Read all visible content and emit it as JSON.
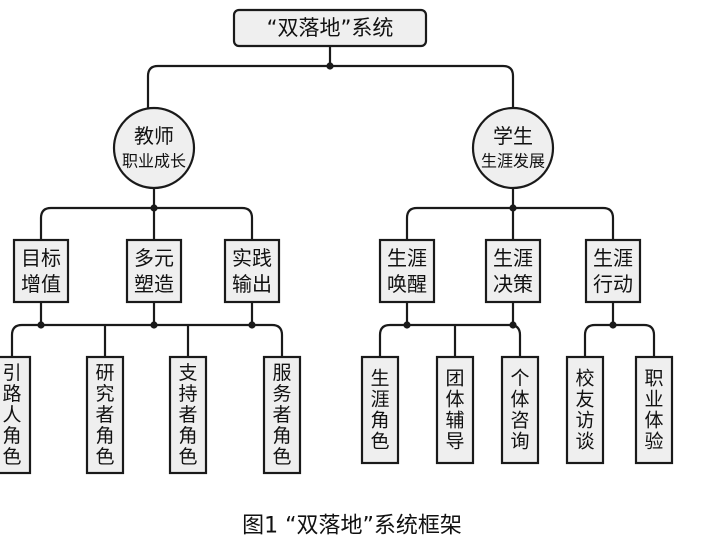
{
  "root": {
    "label": "“双落地”系统"
  },
  "branches": [
    {
      "title": "教师",
      "subtitle": "职业成长",
      "children": [
        {
          "label": "目标增值"
        },
        {
          "label": "多元塑造"
        },
        {
          "label": "实践输出"
        }
      ],
      "roles": [
        {
          "label": "引路人角色"
        },
        {
          "label": "研究者角色"
        },
        {
          "label": "支持者角色"
        },
        {
          "label": "服务者角色"
        }
      ]
    },
    {
      "title": "学生",
      "subtitle": "生涯发展",
      "children": [
        {
          "label": "生涯唤醒"
        },
        {
          "label": "生涯决策"
        },
        {
          "label": "生涯行动"
        }
      ],
      "roles": [
        {
          "label": "生涯角色"
        },
        {
          "label": "团体辅导"
        },
        {
          "label": "个体咨询"
        },
        {
          "label": "校友访谈"
        },
        {
          "label": "职业体验"
        }
      ]
    }
  ],
  "caption": "图1 “双落地”系统框架"
}
